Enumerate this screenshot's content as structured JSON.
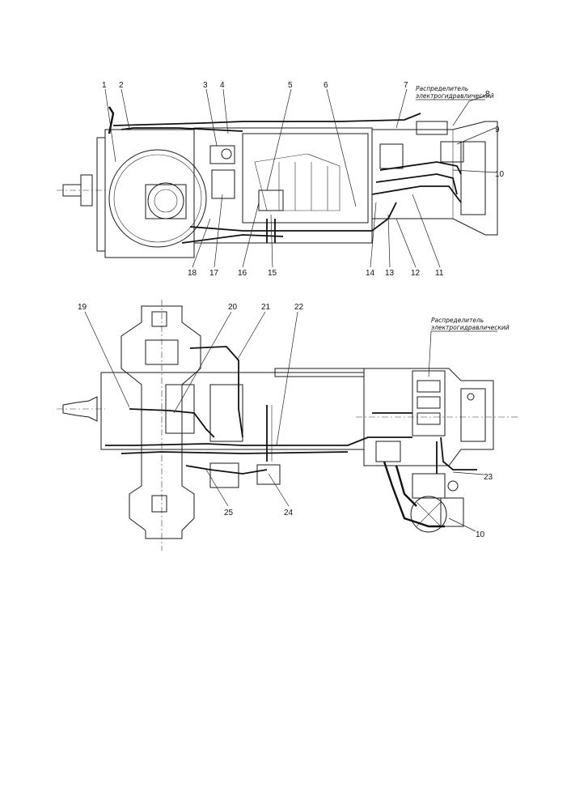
{
  "top_view": {
    "callouts": [
      "1",
      "2",
      "3",
      "4",
      "5",
      "6",
      "7",
      "8",
      "9",
      "10",
      "11",
      "12",
      "13",
      "14",
      "15",
      "16",
      "17",
      "18"
    ],
    "label_line1": "Распределитель",
    "label_line2": "электрогидравлический"
  },
  "bottom_view": {
    "callouts": [
      "19",
      "20",
      "21",
      "22",
      "10",
      "23",
      "24",
      "25"
    ],
    "label_line1": "Распределитель",
    "label_line2": "электрогидравлический"
  }
}
